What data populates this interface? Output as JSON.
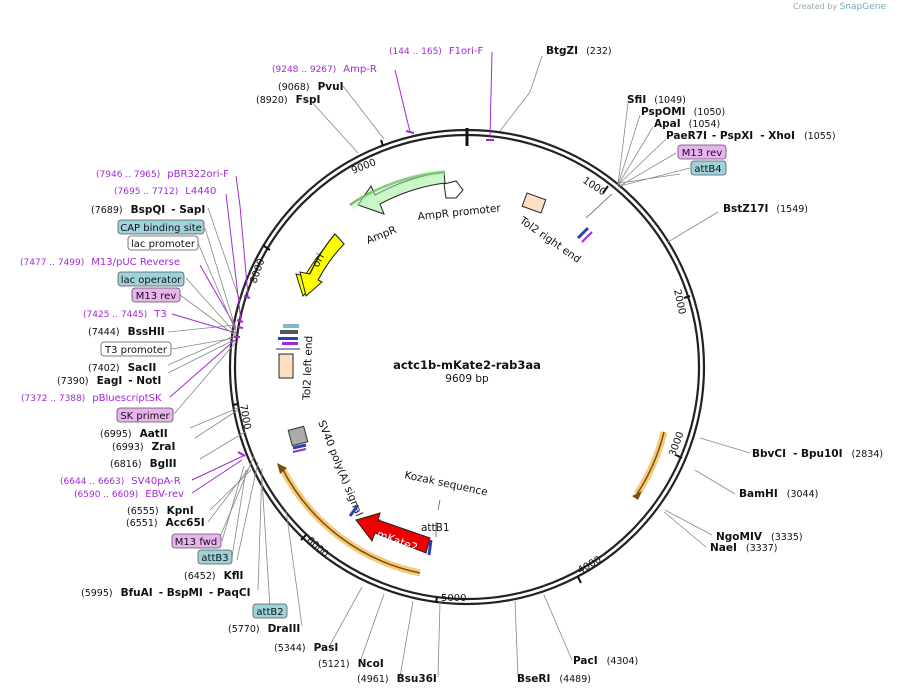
{
  "credit": {
    "prefix": "Created by",
    "brand": "SnapGene"
  },
  "plasmid": {
    "name": "actc1b-mKate2-rab3aa",
    "length_label": "9609 bp"
  },
  "ticks": [
    "1000",
    "2000",
    "3000",
    "4000",
    "5000",
    "6000",
    "7000",
    "8000",
    "9000"
  ],
  "enzymes": [
    {
      "name": "BtgZI",
      "pos": "(232)"
    },
    {
      "name": "SfiI",
      "pos": "(1049)"
    },
    {
      "name": "PspOMI",
      "pos": "(1050)"
    },
    {
      "name": "ApaI",
      "pos": "(1054)"
    },
    {
      "name": "PaeR7I",
      "sep1": "- PspXI",
      "sep2": "- XhoI",
      "pos": "(1055)"
    },
    {
      "name": "BstZ17I",
      "pos": "(1549)"
    },
    {
      "name": "BbvCI",
      "sep1": "- Bpu10I",
      "pos": "(2834)"
    },
    {
      "name": "BamHI",
      "pos": "(3044)"
    },
    {
      "name": "NgoMIV",
      "pos": "(3335)"
    },
    {
      "name": "NaeI",
      "pos": "(3337)"
    },
    {
      "name": "PacI",
      "pos": "(4304)"
    },
    {
      "name": "BseRI",
      "pos": "(4489)"
    },
    {
      "name": "Bsu36I",
      "pos": "(4961)"
    },
    {
      "name": "NcoI",
      "pos": "(5121)"
    },
    {
      "name": "PasI",
      "pos": "(5344)"
    },
    {
      "name": "DraIII",
      "pos": "(5770)"
    },
    {
      "name": "BfuAI",
      "sep1": "- BspMI",
      "sep2": "- PaqCI",
      "pos": "(5995)"
    },
    {
      "name": "KflI",
      "pos": "(6452)"
    },
    {
      "name": "Acc65I",
      "pos": "(6551)"
    },
    {
      "name": "KpnI",
      "pos": "(6555)"
    },
    {
      "name": "BglII",
      "pos": "(6816)"
    },
    {
      "name": "ZraI",
      "pos": "(6993)"
    },
    {
      "name": "AatII",
      "pos": "(6995)"
    },
    {
      "name": "EagI",
      "sep1": "- NotI",
      "pos": "(7390)"
    },
    {
      "name": "SacII",
      "pos": "(7402)"
    },
    {
      "name": "BssHII",
      "pos": "(7444)"
    },
    {
      "name": "BspQI",
      "sep1": "- SapI",
      "pos": "(7689)"
    },
    {
      "name": "FspI",
      "pos": "(8920)"
    },
    {
      "name": "PvuI",
      "pos": "(9068)"
    }
  ],
  "primers": [
    {
      "name": "F1ori-F",
      "pos": "(144 .. 165)"
    },
    {
      "name": "Amp-R",
      "pos": "(9248 .. 9267)"
    },
    {
      "name": "pBR322ori-F",
      "pos": "(7946 .. 7965)"
    },
    {
      "name": "L4440",
      "pos": "(7695 .. 7712)"
    },
    {
      "name": "M13/pUC Reverse",
      "pos": "(7477 .. 7499)"
    },
    {
      "name": "T3",
      "pos": "(7425 .. 7445)"
    },
    {
      "name": "pBluescriptSK",
      "pos": "(7372 .. 7388)"
    },
    {
      "name": "SV40pA-R",
      "pos": "(6644 .. 6663)"
    },
    {
      "name": "EBV-rev",
      "pos": "(6590 .. 6609)"
    }
  ],
  "boxes": {
    "m13rev_right": "M13 rev",
    "attb4": "attB4",
    "cap": "CAP binding site",
    "lacprom": "lac promoter",
    "lacop": "lac operator",
    "m13rev_left": "M13 rev",
    "t3prom": "T3 promoter",
    "skprimer": "SK primer",
    "m13fwd": "M13 fwd",
    "attb3": "attB3",
    "attb2": "attB2"
  },
  "features": {
    "ampr": "AmpR",
    "ampr_prom": "AmpR promoter",
    "ori": "ori",
    "tol2_right": "Tol2 right end",
    "tol2_left": "Tol2 left end",
    "sv40": "SV40 poly(A) signal",
    "kozak": "Kozak sequence",
    "attb1": "attB1",
    "mkate2": "mKate2"
  },
  "colors": {
    "purple": "#a02ad3",
    "box_blue": "#9fd3dc",
    "box_pink": "#e9b3ef",
    "ampr_green": "#c8f7c8",
    "ori_yellow": "#ffff00",
    "mkate_red": "#ee0000",
    "orf_orange": "#f7c97b"
  }
}
